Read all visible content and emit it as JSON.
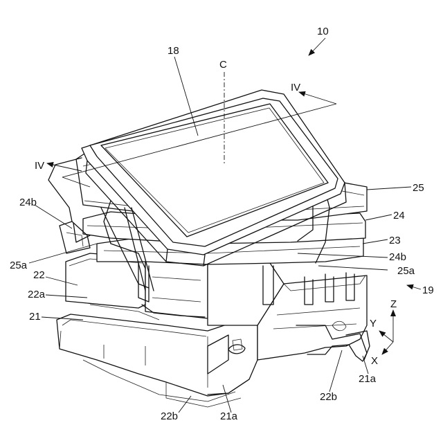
{
  "figure": {
    "labels": {
      "l10": "10",
      "l18": "18",
      "lC": "C",
      "lIV_top": "IV",
      "lIV_left": "IV",
      "l25": "25",
      "l24": "24",
      "l23": "23",
      "l24b_left": "24b",
      "l25a_left": "25a",
      "l22": "22",
      "l22a": "22a",
      "l21": "21",
      "l24b_right": "24b",
      "l25a_right": "25a",
      "l19": "19",
      "axis_z": "Z",
      "axis_y": "Y",
      "axis_x": "X",
      "l21a_right": "21a",
      "l22b_right": "22b",
      "l22b_bottom": "22b",
      "l21a_bottom": "21a"
    }
  }
}
